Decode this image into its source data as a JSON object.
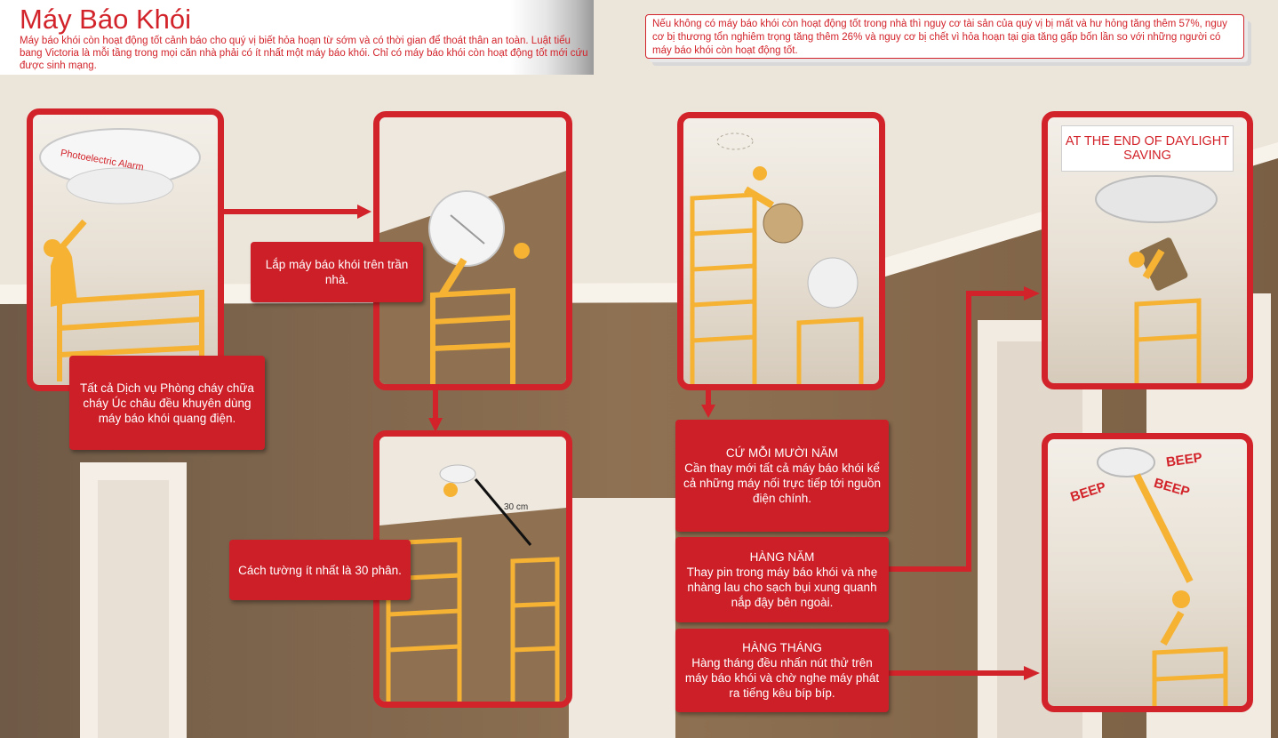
{
  "header": {
    "title": "Máy Báo Khói",
    "intro": "Máy báo khói còn hoạt động tốt cảnh báo cho quý vị biết hỏa hoạn từ sớm và có thời gian để thoát thân an toàn. Luật tiểu bang Victoria là mỗi tầng trong mọi căn nhà phải có ít nhất một máy báo khói. Chỉ có máy báo khói còn hoạt động tốt mới cứu được sinh mạng."
  },
  "stat_note": "Nếu không có máy báo khói còn hoạt động tốt trong nhà thì nguy cơ tài sản của quý vị bị mất và hư hỏng tăng thêm 57%, nguy cơ bị thương tổn nghiêm trọng tăng thêm 26% và nguy cơ bị chết vì hỏa hoạn tại gia tăng gấp bốn lần so với những người có máy báo khói còn hoạt động tốt.",
  "panels": {
    "photoelectric": {
      "alarm_label": "Photoelectric Alarm"
    },
    "spacing": {
      "distance_label": "30 cm"
    },
    "daylight": {
      "sign": "AT THE END OF DAYLIGHT SAVING"
    },
    "test": {
      "beep1": "BEEP",
      "beep2": "BEEP",
      "beep3": "BEEP"
    }
  },
  "captions": {
    "recommend": "Tất cả Dịch vụ Phòng cháy chữa cháy Úc châu đều khuyên dùng máy báo khói quang điện.",
    "ceiling": "Lắp máy báo khói trên trần nhà.",
    "spacing": "Cách tường ít nhất là 30 phân.",
    "ten_years": {
      "heading": "CỨ MỖI MƯỜI NĂM",
      "text": "Cần thay mới tất cả máy báo khói kể cả những máy nối trực tiếp tới nguồn điện chính."
    },
    "yearly": {
      "heading": "HÀNG NĂM",
      "text": "Thay pin trong máy báo khói và nhẹ nhàng lau cho sạch bụi xung quanh nắp đậy bên ngoài."
    },
    "monthly": {
      "heading": "HÀNG THÁNG",
      "text": "Hàng tháng đều nhấn nút thử trên máy báo khói và chờ nghe máy phát ra tiếng kêu bíp bíp."
    }
  },
  "colors": {
    "brand_red": "#d2232a",
    "figure_orange": "#f5b233",
    "wall_brown": "#8f7152",
    "ceiling": "#efe9e0"
  }
}
